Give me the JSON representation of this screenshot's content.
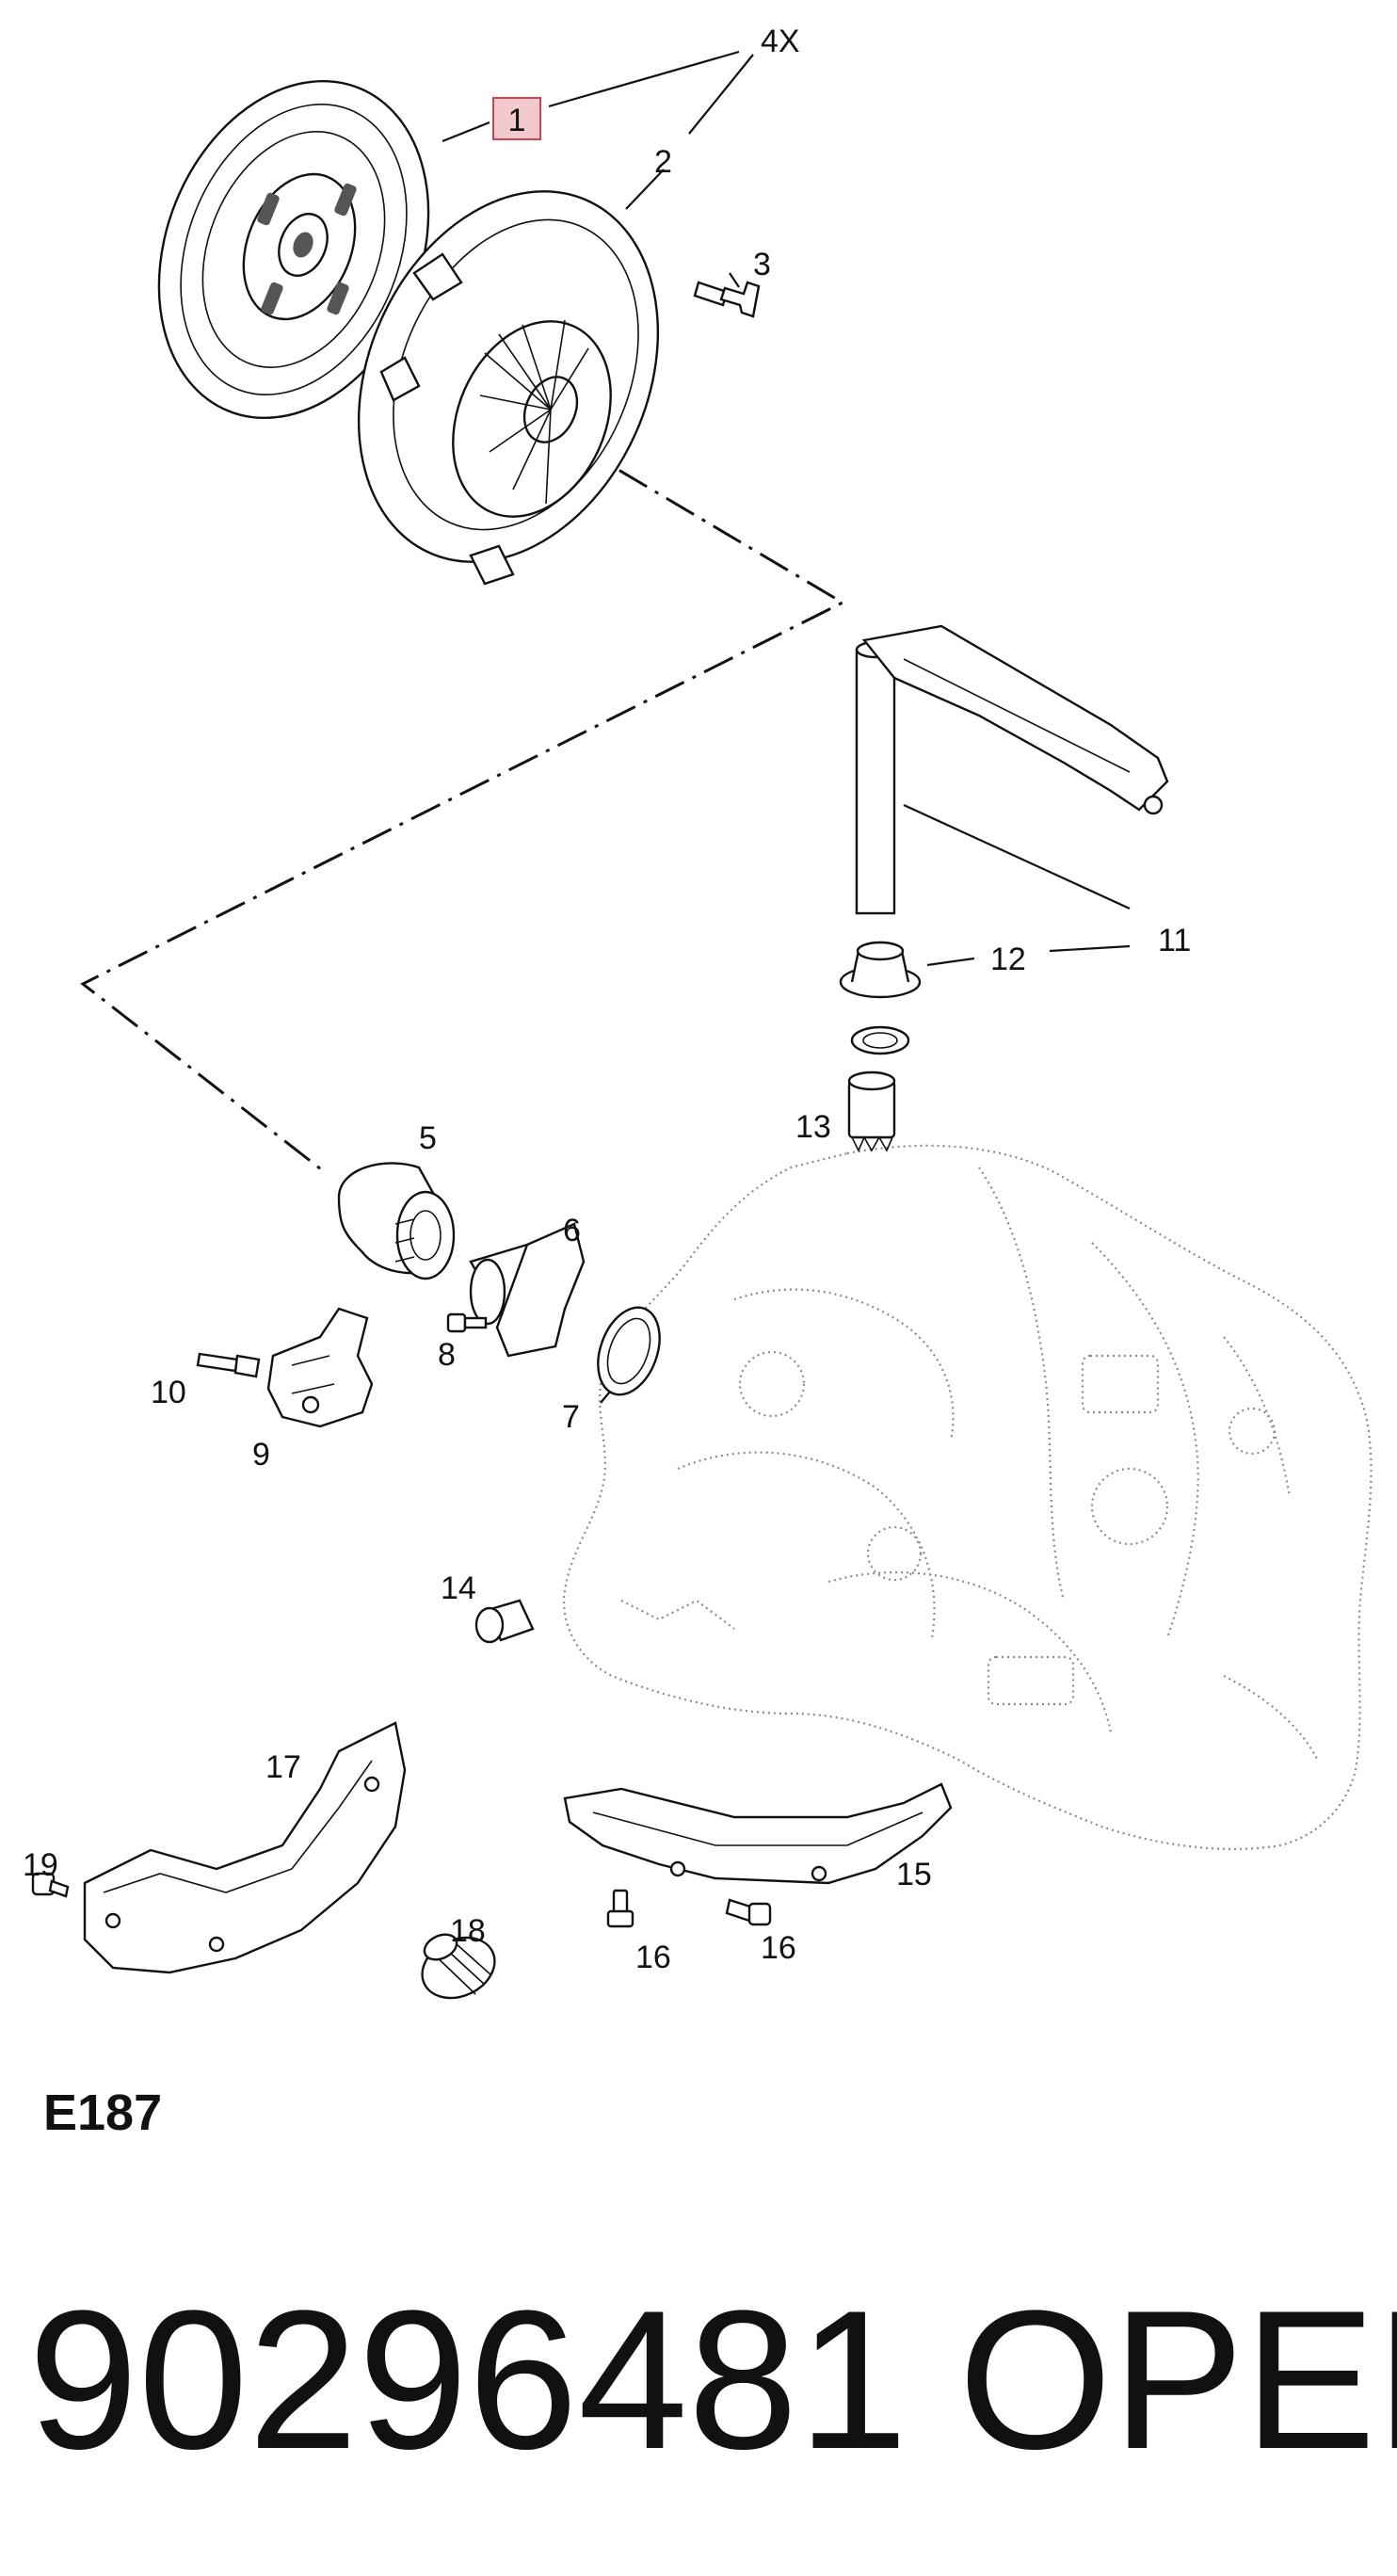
{
  "diagram": {
    "code": "E187",
    "callouts": {
      "c1": "1",
      "c4x": "4X",
      "c2": "2",
      "c3": "3",
      "c5": "5",
      "c6": "6",
      "c7": "7",
      "c8": "8",
      "c9": "9",
      "c10": "10",
      "c11": "11",
      "c12": "12",
      "c13": "13",
      "c14": "14",
      "c15": "15",
      "c16a": "16",
      "c16b": "16",
      "c17": "17",
      "c18": "18",
      "c19": "19"
    },
    "highlight_color": "#f2c9cc",
    "highlight_border": "#d0434f"
  },
  "footer": {
    "part_number": "90296481",
    "brand": "OPEL"
  }
}
